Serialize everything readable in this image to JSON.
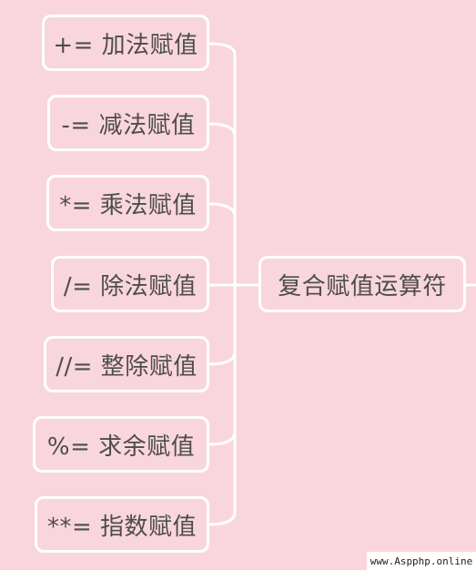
{
  "root": {
    "label": "复合赋值运算符"
  },
  "children": [
    {
      "label": "+= 加法赋值"
    },
    {
      "label": "-= 减法赋值"
    },
    {
      "label": "*= 乘法赋值"
    },
    {
      "label": "/= 除法赋值"
    },
    {
      "label": "//= 整除赋值"
    },
    {
      "label": "%= 求余赋值"
    },
    {
      "label": "**= 指数赋值"
    }
  ],
  "watermark": "www.Aspphp.online",
  "colors": {
    "background": "#f9d6de",
    "border": "#ffffff",
    "text": "#4d4d4d",
    "connector": "#ffffff"
  }
}
